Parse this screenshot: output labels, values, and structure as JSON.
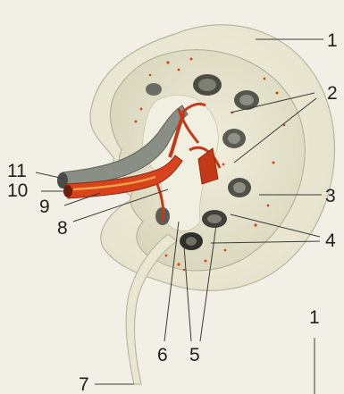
{
  "labels": {
    "l1": "1",
    "l2": "2",
    "l3": "3",
    "l4": "4",
    "l5": "5",
    "l6": "6",
    "l7": "7",
    "l8": "8",
    "l9": "9",
    "l10": "10",
    "l11": "11",
    "corner": "1"
  },
  "colors": {
    "background": "#f2efe6",
    "capsule": "#ecead8",
    "cortex": "#e2e1c8",
    "sinus": "#f1efe0",
    "artery": "#d8421c",
    "vein": "#8a8f86",
    "leader": "#3b3b3b"
  }
}
